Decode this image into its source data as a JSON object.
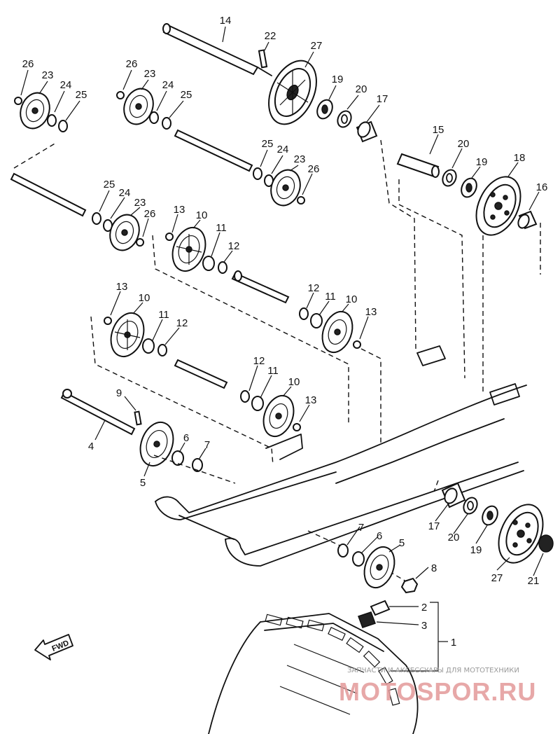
{
  "labels": [
    {
      "id": "l14",
      "text": "14"
    },
    {
      "id": "l22",
      "text": "22"
    },
    {
      "id": "l27a",
      "text": "27"
    },
    {
      "id": "l19a",
      "text": "19"
    },
    {
      "id": "l20a",
      "text": "20"
    },
    {
      "id": "l17a",
      "text": "17"
    },
    {
      "id": "l26a",
      "text": "26"
    },
    {
      "id": "l23a",
      "text": "23"
    },
    {
      "id": "l24a",
      "text": "24"
    },
    {
      "id": "l25a",
      "text": "25"
    },
    {
      "id": "l26b",
      "text": "26"
    },
    {
      "id": "l23b",
      "text": "23"
    },
    {
      "id": "l24b",
      "text": "24"
    },
    {
      "id": "l25b",
      "text": "25"
    },
    {
      "id": "l25c",
      "text": "25"
    },
    {
      "id": "l24c",
      "text": "24"
    },
    {
      "id": "l23c",
      "text": "23"
    },
    {
      "id": "l26c",
      "text": "26"
    },
    {
      "id": "l15",
      "text": "15"
    },
    {
      "id": "l20b",
      "text": "20"
    },
    {
      "id": "l19b",
      "text": "19"
    },
    {
      "id": "l18",
      "text": "18"
    },
    {
      "id": "l16",
      "text": "16"
    },
    {
      "id": "l25d",
      "text": "25"
    },
    {
      "id": "l24d",
      "text": "24"
    },
    {
      "id": "l23d",
      "text": "23"
    },
    {
      "id": "l26d",
      "text": "26"
    },
    {
      "id": "l13a",
      "text": "13"
    },
    {
      "id": "l10a",
      "text": "10"
    },
    {
      "id": "l11a",
      "text": "11"
    },
    {
      "id": "l12a",
      "text": "12"
    },
    {
      "id": "l12b",
      "text": "12"
    },
    {
      "id": "l11b",
      "text": "11"
    },
    {
      "id": "l10b",
      "text": "10"
    },
    {
      "id": "l13b",
      "text": "13"
    },
    {
      "id": "l13c",
      "text": "13"
    },
    {
      "id": "l10c",
      "text": "10"
    },
    {
      "id": "l11c",
      "text": "11"
    },
    {
      "id": "l12c",
      "text": "12"
    },
    {
      "id": "l12d",
      "text": "12"
    },
    {
      "id": "l11d",
      "text": "11"
    },
    {
      "id": "l10d",
      "text": "10"
    },
    {
      "id": "l13d",
      "text": "13"
    },
    {
      "id": "l9",
      "text": "9"
    },
    {
      "id": "l4",
      "text": "4"
    },
    {
      "id": "l6a",
      "text": "6"
    },
    {
      "id": "l7a",
      "text": "7"
    },
    {
      "id": "l5a",
      "text": "5"
    },
    {
      "id": "l7b",
      "text": "7"
    },
    {
      "id": "l6b",
      "text": "6"
    },
    {
      "id": "l5b",
      "text": "5"
    },
    {
      "id": "l17b",
      "text": "17"
    },
    {
      "id": "l20c",
      "text": "20"
    },
    {
      "id": "l19c",
      "text": "19"
    },
    {
      "id": "l27b",
      "text": "27"
    },
    {
      "id": "l21",
      "text": "21"
    },
    {
      "id": "l8",
      "text": "8"
    },
    {
      "id": "l2",
      "text": "2"
    },
    {
      "id": "l3",
      "text": "3"
    },
    {
      "id": "l1",
      "text": "1"
    }
  ],
  "fwd_label": "FWD",
  "watermark": {
    "caption": "ЗАПЧАСТИ И АКСЕССУАРЫ ДЛЯ МОТОТЕХНИКИ",
    "brand": "MOTOSPOR.RU"
  }
}
